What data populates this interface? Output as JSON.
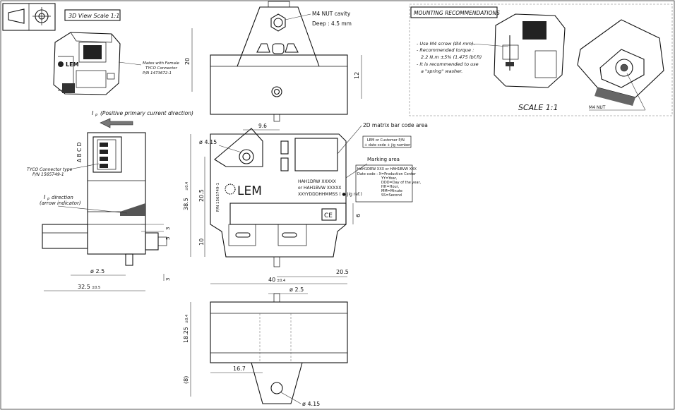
{
  "header": {
    "projection_symbol": "first-angle-projection",
    "view_title": "3D View Scale 1:1"
  },
  "iso_view": {
    "mates_note": [
      "Mates with Female",
      "TYCO Connector",
      "P/N 1473672-1"
    ],
    "brand": "LEM"
  },
  "current_note": {
    "symbol": "I",
    "subscript": "P",
    "text": "(Positive primary current direction)"
  },
  "side_view": {
    "connector_type": [
      "TYCO Connector type",
      "P/N 1565749-1"
    ],
    "pins": "A B C D",
    "ip_direction": [
      "I",
      "P",
      "direction",
      "(arrow indicator)"
    ],
    "dims": {
      "d3": "3",
      "d5": "5",
      "d3b": "3",
      "dia": "ø 2.5",
      "w": "32.5",
      "w_tol": "±0.5"
    }
  },
  "top_view": {
    "nut": [
      "M4 NUT cavity",
      "Deep : 4.5 mm"
    ],
    "dims": {
      "h20": "20",
      "h12": "12"
    }
  },
  "front_view": {
    "barcode_note": "2D matrix bar code area",
    "pn_note": [
      "LEM or Customer P/N",
      "+ date code + jig number"
    ],
    "marking_note": "Marking area",
    "marking_text": [
      "HAH1DRW XXXXX",
      "or HAH1BVW XXXXX",
      "XXYYDDDHHMMSS ( ● Jig ref.)"
    ],
    "marking_legend": [
      "HAH1DRW XXX or HAH1BVW XXX",
      "Date code : X=Production Center",
      "YY=Year,",
      "DDD=Day of the year,",
      "HH=Hour,",
      "MM=Minute",
      "SS=Second"
    ],
    "brand": "LEM",
    "ce": "CE",
    "dims": {
      "d96": "9.6",
      "dia415": "ø 4.15",
      "h385": "38.5",
      "h385_tol": "±0.4",
      "h205": "20.5",
      "h10": "10",
      "h6": "6",
      "w205": "20.5",
      "w40": "40",
      "w40_tol": "±0.4",
      "dia25": "ø 2.5"
    }
  },
  "bottom_view": {
    "dims": {
      "h1825": "18.25",
      "h1825_tol": "±0.4",
      "h8": "(8)",
      "w167": "16.7",
      "dia415": "ø 4.15"
    }
  },
  "mounting": {
    "title": "MOUNTING RECOMMENDATIONS",
    "notes": [
      "- Use M4 screw (Ø4 mm).",
      "- Recommended torque :",
      "2.2 N.m ±5% (1.475 lbf.ft)",
      "- It is recommended to use",
      "a \"spring\" washer."
    ],
    "scale": "SCALE 1:1",
    "nut_label": "M4 NUT"
  }
}
